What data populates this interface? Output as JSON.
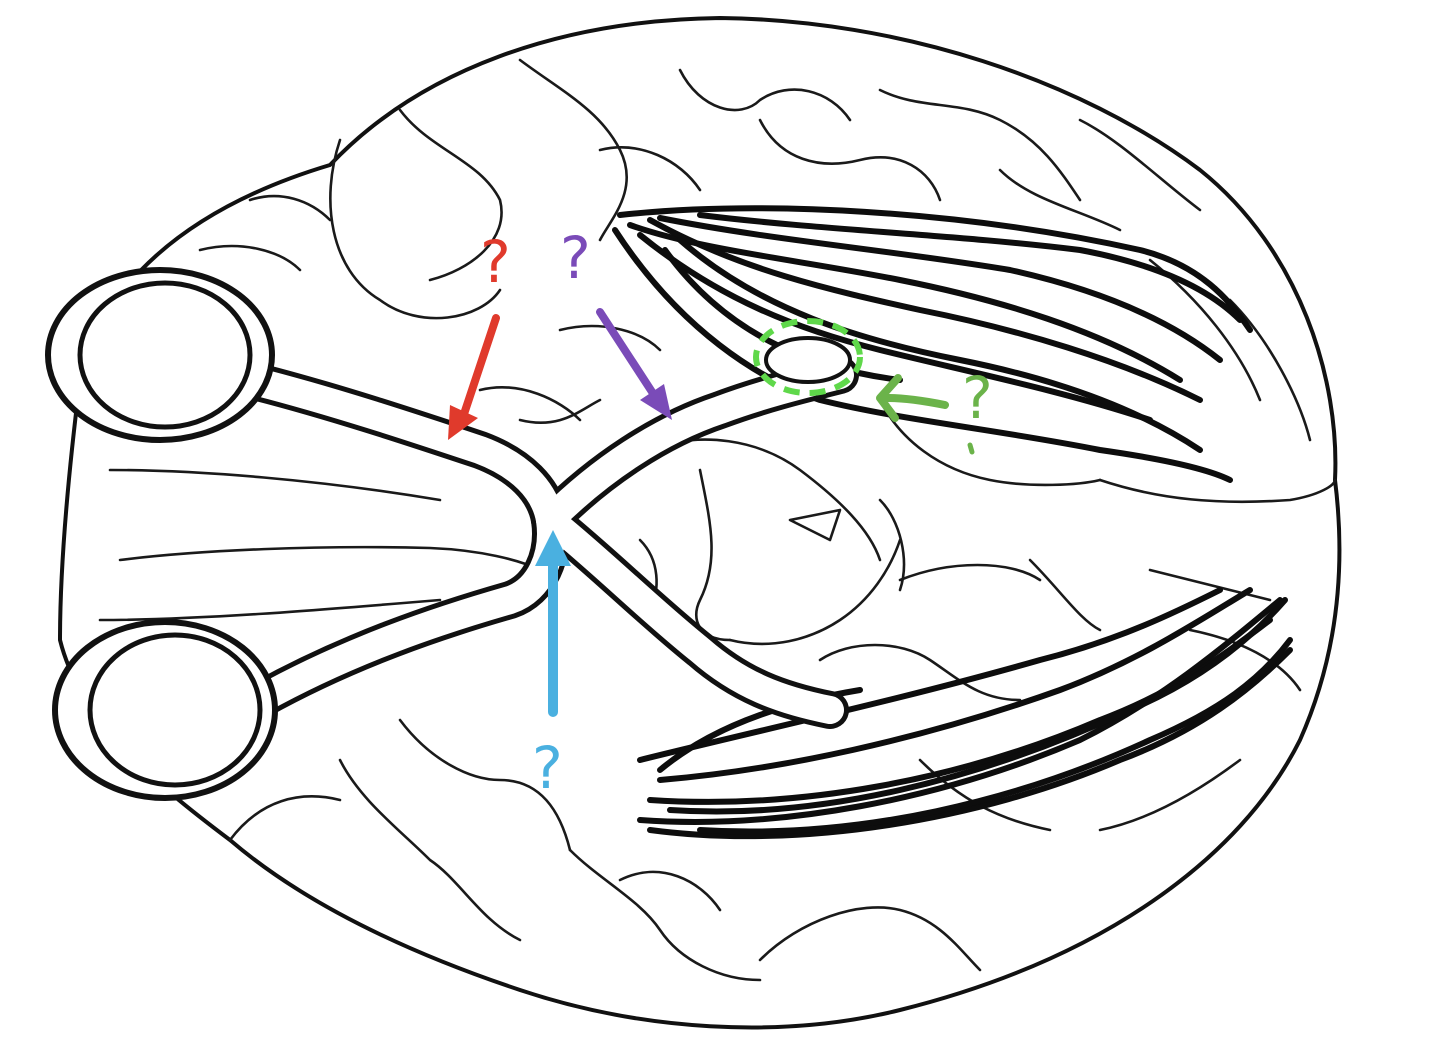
{
  "figure": {
    "markers": [
      {
        "id": "red",
        "text": "?",
        "color": "#e03a2c"
      },
      {
        "id": "purple",
        "text": "?",
        "color": "#7a4bb8"
      },
      {
        "id": "green",
        "text": "?",
        "color": "#6bb34a"
      },
      {
        "id": "blue",
        "text": "?",
        "color": "#4ab0e0"
      }
    ],
    "highlight_color": "#5fd84a",
    "line_color": "#111111"
  }
}
